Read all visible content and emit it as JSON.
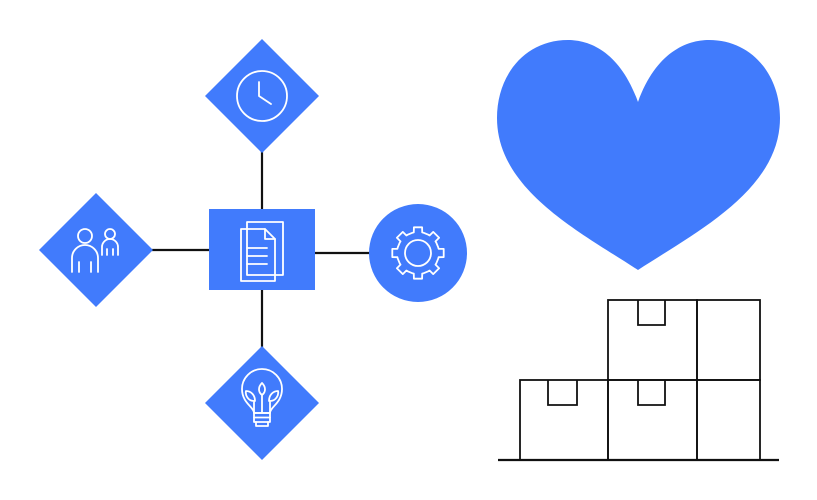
{
  "colors": {
    "accent": "#417BFC",
    "line": "#111111",
    "icon_stroke": "#FFFFFF",
    "background": "#FFFFFF"
  },
  "nodes": [
    {
      "shape": "rectangle",
      "icon": "documents-icon"
    },
    {
      "shape": "diamond",
      "icon": "clock-icon"
    },
    {
      "shape": "diamond",
      "icon": "people-icon"
    },
    {
      "shape": "circle",
      "icon": "gear-icon"
    },
    {
      "shape": "diamond",
      "icon": "lightbulb-icon"
    }
  ],
  "illustrations": [
    "heart-icon",
    "stacked-boxes"
  ]
}
